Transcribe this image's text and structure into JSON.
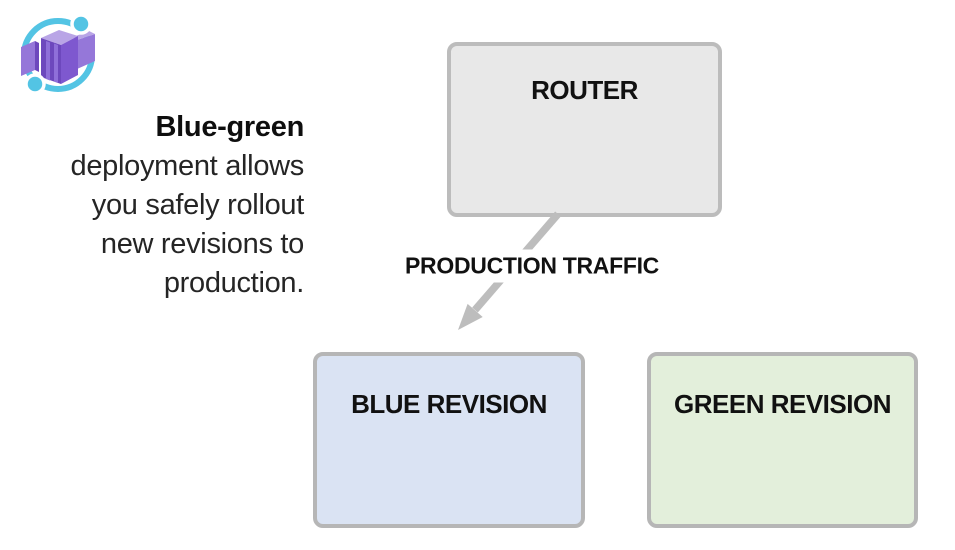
{
  "page": {
    "background_color": "#ffffff"
  },
  "branding": {
    "logo": "azure-container-apps-logo",
    "logo_colors": {
      "orbit_cyan": "#53c4e4",
      "cube_purple": "#7e58cf",
      "cube_purple_dark": "#6d48bd",
      "cube_purple_mid": "#9577d9",
      "cube_purple_light": "#b9a5e6"
    }
  },
  "intro": {
    "heading": "Blue-green",
    "lines": [
      "deployment allows",
      "you safely rollout",
      "new revisions to",
      "production."
    ],
    "full_text": "Blue-green deployment allows you safely rollout new revisions to production.",
    "text_color": "#252525"
  },
  "diagram": {
    "router_box": {
      "label": "ROUTER",
      "fill": "#e8e8e8",
      "border_color": "#bcbcbc"
    },
    "traffic_arrow": {
      "label": "PRODUCTION TRAFFIC",
      "color": "#bdbdbd",
      "direction": "router-to-blue-revision"
    },
    "blue_revision_box": {
      "label": "BLUE REVISION",
      "fill": "#dae3f3",
      "border_color": "#b6b6b6"
    },
    "green_revision_box": {
      "label": "GREEN REVISION",
      "fill": "#e3efdb",
      "border_color": "#b6b6b6"
    }
  }
}
